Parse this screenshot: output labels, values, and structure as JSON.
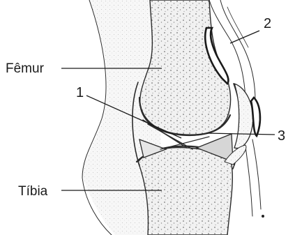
{
  "labels": {
    "femur": "Fêmur",
    "tibia": "Tíbia",
    "marker_1": "1",
    "marker_2": "2",
    "marker_3": "3"
  }
}
